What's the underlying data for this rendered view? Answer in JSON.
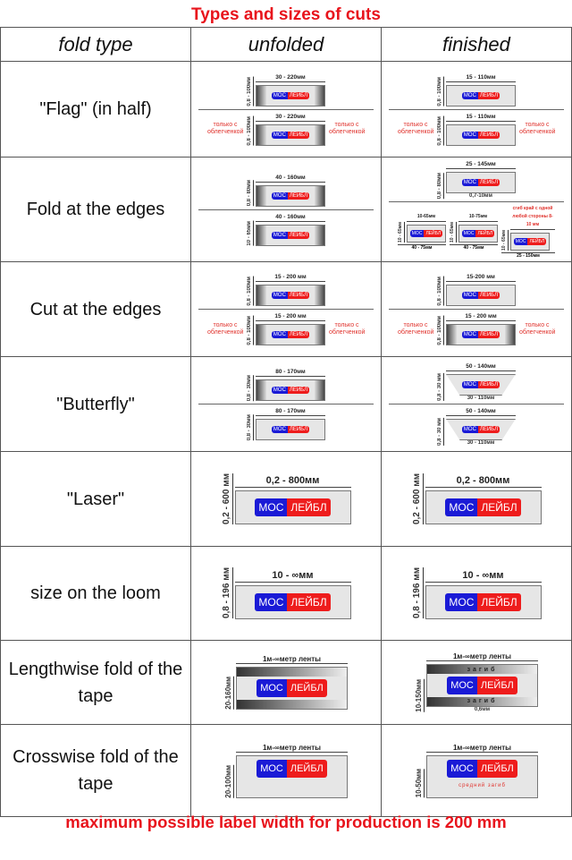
{
  "title": "Types and sizes of cuts",
  "footer": "maximum possible label width for production is 200 mm",
  "headers": {
    "type": "fold type",
    "unfolded": "unfolded",
    "finished": "finished"
  },
  "logo": {
    "left": "МОС",
    "right": "ЛЕЙБЛ"
  },
  "note": "только с облегченкой",
  "rows": [
    {
      "label": "\"Flag\" (in half)",
      "unfolded": [
        {
          "w": "30 - 220мм",
          "h": "0,8 - 100мм",
          "diagram": "ends-fold"
        },
        {
          "w": "30 - 220мм",
          "h": "0,8 - 100мм",
          "diagram": "ends-fold",
          "note": true
        }
      ],
      "finished": [
        {
          "w": "15 - 110мм",
          "h": "0,8 - 100мм",
          "diagram": "plain"
        },
        {
          "w": "15 - 110мм",
          "h": "0,8 - 100мм",
          "diagram": "plain",
          "note": true
        }
      ]
    },
    {
      "label": "Fold at the edges",
      "unfolded": [
        {
          "w": "40 - 160мм",
          "h": "0,8 - 80мм",
          "diagram": "ends"
        },
        {
          "w": "40 - 160мм",
          "h": "10 - 65мм",
          "diagram": "ends"
        }
      ],
      "finished": [
        {
          "w": "25 - 145мм",
          "h": "0,8 - 80мм",
          "diagram": "plain",
          "extra": "0,7-10мм"
        }
      ],
      "finished_mini": [
        {
          "w": "10-65мм",
          "h": "10 - 65мм",
          "b": "40 - 75мм"
        },
        {
          "w": "10-75мм",
          "h": "10 - 65мм",
          "b": "40 - 75мм"
        },
        {
          "w": "сгиб край с одной любой стороны 8-10 мм",
          "h": "10 - 65мм",
          "b": "25 - 150мм"
        }
      ]
    },
    {
      "label": "Cut at the edges",
      "unfolded": [
        {
          "w": "15 - 200 мм",
          "h": "0,8 - 100мм",
          "diagram": "ends"
        },
        {
          "w": "15 - 200 мм",
          "h": "0,8 - 100мм",
          "diagram": "ends",
          "note": true
        }
      ],
      "finished": [
        {
          "w": "15-200 мм",
          "h": "0,8 - 100мм",
          "diagram": "plain"
        },
        {
          "w": "15 - 200 мм",
          "h": "0,8 - 100мм",
          "diagram": "ends",
          "note": true
        }
      ]
    },
    {
      "label": "\"Butterfly\"",
      "unfolded": [
        {
          "w": "80 - 170мм",
          "h": "0,8 - 30мм",
          "diagram": "ends"
        },
        {
          "w": "80 - 170мм",
          "h": "0,8 - 30мм",
          "diagram": "plain"
        }
      ],
      "finished": [
        {
          "w": "50 - 140мм",
          "h": "0,8 - 30 мм",
          "diagram": "trapezoid",
          "extra": "30 - 110мм"
        },
        {
          "w": "50 - 140мм",
          "h": "0,8 - 30 мм",
          "diagram": "trapezoid",
          "extra": "30 - 110мм"
        }
      ]
    },
    {
      "label": "\"Laser\"",
      "unfolded": [
        {
          "w": "0,2 - 800мм",
          "h": "0,2 - 600 мм",
          "diagram": "plain"
        }
      ],
      "finished": [
        {
          "w": "0,2 - 800мм",
          "h": "0,2 - 600 мм",
          "diagram": "plain"
        }
      ]
    },
    {
      "label": "size on the loom",
      "unfolded": [
        {
          "w": "10 - ∞мм",
          "h": "0,8 - 196 мм",
          "diagram": "plain"
        }
      ],
      "finished": [
        {
          "w": "10 - ∞мм",
          "h": "0,8 - 196 мм",
          "diagram": "plain"
        }
      ]
    },
    {
      "label": "Lengthwise fold of the tape",
      "unfolded": [
        {
          "w": "1м-∞метр ленты",
          "h": "20-160мм",
          "diagram": "bands"
        }
      ],
      "finished": [
        {
          "w": "1м-∞метр ленты",
          "h": "10-150мм",
          "diagram": "bands",
          "band": "загиб",
          "extra": "0,6мм"
        }
      ]
    },
    {
      "label": "Crosswise fold of the tape",
      "unfolded": [
        {
          "w": "1м-∞метр ленты",
          "h": "20-100мм",
          "diagram": "cross"
        }
      ],
      "finished": [
        {
          "w": "1м-∞метр ленты",
          "h": "10-50мм",
          "diagram": "cross",
          "fold": "средний загиб"
        }
      ]
    }
  ]
}
